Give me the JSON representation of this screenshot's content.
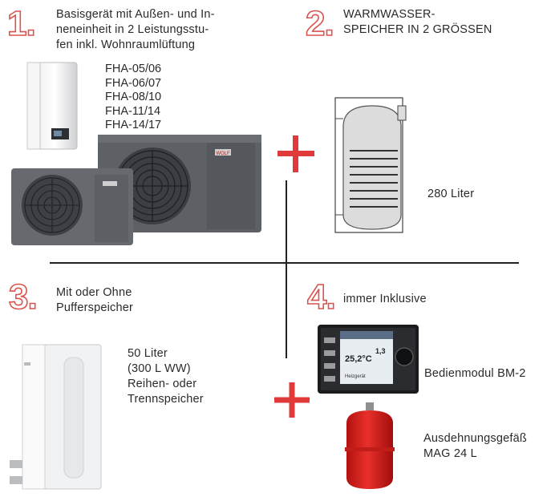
{
  "section1": {
    "number": "1.",
    "lines": [
      "Basisgerät mit Außen- und In-",
      "neneinheit in 2 Leistungsstu-",
      "fen inkl. Wohnraumlüftung"
    ],
    "models": [
      "FHA-05/06",
      "FHA-06/07",
      "FHA-08/10",
      "FHA-11/14",
      "FHA-14/17"
    ],
    "brand": "WOLF"
  },
  "section2": {
    "number": "2.",
    "lines": [
      "WARMWASSER-",
      "SPEICHER IN 2 GRÖSSEN"
    ],
    "capacity": "280 Liter"
  },
  "section3": {
    "number": "3.",
    "lines": [
      "Mit oder Ohne",
      "Pufferspeicher"
    ],
    "details": [
      "50 Liter",
      "(300 L WW)",
      "Reihen- oder",
      "Trennspeicher"
    ]
  },
  "section4": {
    "number": "4.",
    "title": "immer Inklusive",
    "module_label": "Bedienmodul BM-2",
    "vessel_lines": [
      "Ausdehnungsgefäß",
      "MAG 24 L"
    ],
    "display": {
      "temp1": "25,2°C",
      "temp2": "1,3",
      "mode": "Heizgerät"
    }
  },
  "colors": {
    "accent": "#d9534f",
    "plus": "#e03a3a",
    "unit_gray": "#5b6064"
  }
}
